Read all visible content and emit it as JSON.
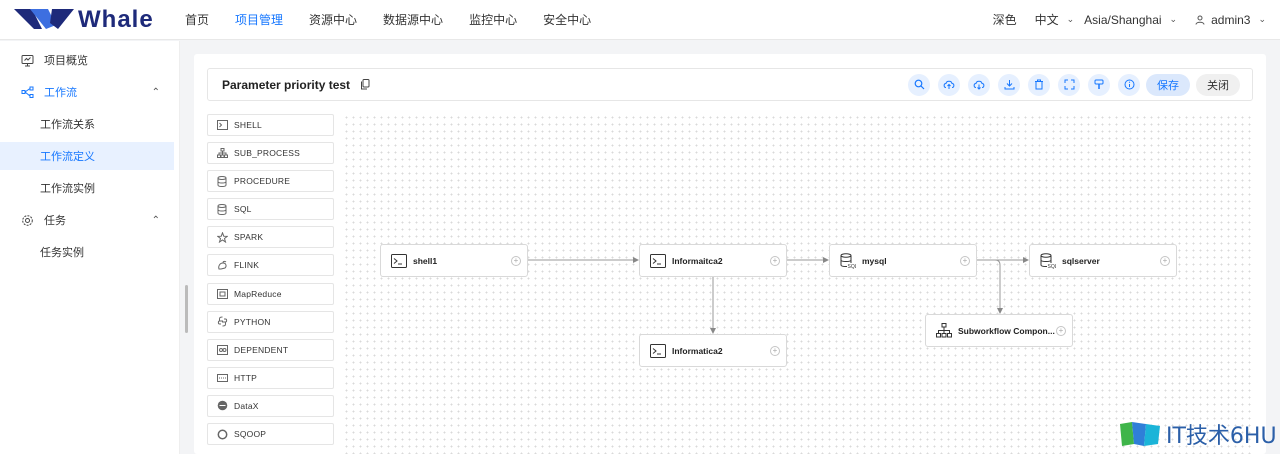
{
  "app": {
    "logo_text": "Whale"
  },
  "nav": {
    "items": [
      {
        "label": "首页"
      },
      {
        "label": "项目管理",
        "active": true
      },
      {
        "label": "资源中心"
      },
      {
        "label": "数据源中心"
      },
      {
        "label": "监控中心"
      },
      {
        "label": "安全中心"
      }
    ]
  },
  "top_right": {
    "theme": "深色",
    "language": "中文",
    "timezone": "Asia/Shanghai",
    "user": "admin3"
  },
  "sidebar": {
    "items": [
      {
        "label": "项目概览",
        "icon": "monitor-icon"
      },
      {
        "label": "工作流",
        "icon": "workflow-icon",
        "expanded": true
      },
      {
        "label": "工作流关系"
      },
      {
        "label": "工作流定义",
        "selected": true
      },
      {
        "label": "工作流实例"
      },
      {
        "label": "任务",
        "icon": "gear-icon",
        "expanded": true
      },
      {
        "label": "任务实例"
      }
    ]
  },
  "toolbar": {
    "title": "Parameter priority test",
    "tools": [
      "search-icon",
      "upload-cloud-icon",
      "download-cloud-icon",
      "download-icon",
      "delete-icon",
      "fullscreen-icon",
      "format-brush-icon",
      "info-icon"
    ],
    "save_label": "保存",
    "close_label": "关闭"
  },
  "palette": {
    "items": [
      {
        "label": "SHELL",
        "icon": "terminal-icon"
      },
      {
        "label": "SUB_PROCESS",
        "icon": "sitemap-icon"
      },
      {
        "label": "PROCEDURE",
        "icon": "database-icon"
      },
      {
        "label": "SQL",
        "icon": "database-icon"
      },
      {
        "label": "SPARK",
        "icon": "star-icon"
      },
      {
        "label": "FLINK",
        "icon": "squirrel-icon"
      },
      {
        "label": "MapReduce",
        "icon": "mapreduce-icon"
      },
      {
        "label": "PYTHON",
        "icon": "python-icon"
      },
      {
        "label": "DEPENDENT",
        "icon": "dependent-icon"
      },
      {
        "label": "HTTP",
        "icon": "http-icon"
      },
      {
        "label": "DataX",
        "icon": "datax-icon"
      },
      {
        "label": "SQOOP",
        "icon": "sqoop-icon"
      }
    ]
  },
  "dag": {
    "nodes": [
      {
        "id": "shell1",
        "label": "shell1",
        "icon": "terminal-icon"
      },
      {
        "id": "informaitca2",
        "label": "Informaitca2",
        "icon": "terminal-icon"
      },
      {
        "id": "mysql",
        "label": "mysql",
        "icon": "sql-database-icon"
      },
      {
        "id": "sqlserver",
        "label": "sqlserver",
        "icon": "sql-database-icon"
      },
      {
        "id": "subworkflow",
        "label": "Subworkflow Compon...",
        "icon": "sitemap-icon"
      },
      {
        "id": "informatica2",
        "label": "Informatica2",
        "icon": "terminal-icon"
      }
    ],
    "edges": [
      {
        "from": "shell1",
        "to": "informaitca2"
      },
      {
        "from": "informaitca2",
        "to": "mysql"
      },
      {
        "from": "informaitca2",
        "to": "informatica2"
      },
      {
        "from": "mysql",
        "to": "sqlserver"
      },
      {
        "from": "mysql",
        "to": "subworkflow"
      }
    ]
  },
  "watermark": {
    "text": "IT技术6HU"
  }
}
